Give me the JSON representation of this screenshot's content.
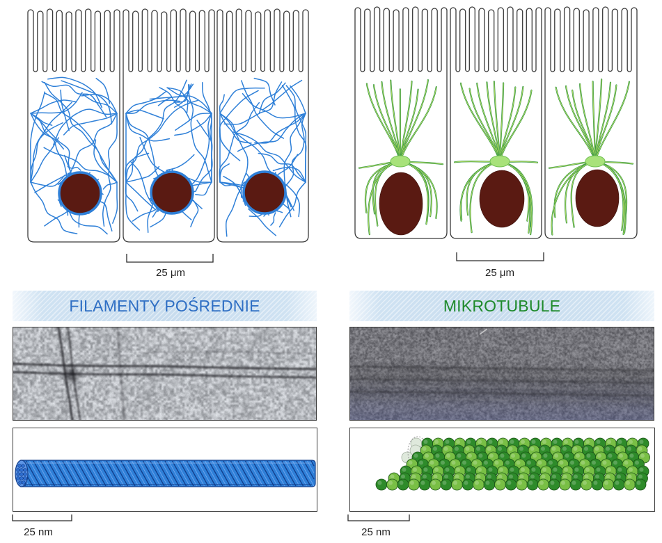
{
  "figure": {
    "intermediate_filaments": {
      "title": "FILAMENTY POŚREDNIE",
      "cell_scale_label": "25 μm",
      "model_scale_label": "25 nm"
    },
    "microtubules": {
      "title": "MIKROTUBULE",
      "cell_scale_label": "25 μm",
      "model_scale_label": "25 nm"
    }
  },
  "colors": {
    "intermediate_filament": "#2f80d8",
    "intermediate_filament_dark": "#123e8c",
    "intermediate_filament_title": "#2f6fc4",
    "microtubule": "#3b9a44",
    "microtubule_highlight": "#cde86b",
    "microtubule_title": "#1f8a2c",
    "centrosome": "#a8e27a",
    "nucleus": "#5a1a12",
    "tubulin_alpha": "#2e8b2a",
    "tubulin_beta": "#79bf45"
  }
}
